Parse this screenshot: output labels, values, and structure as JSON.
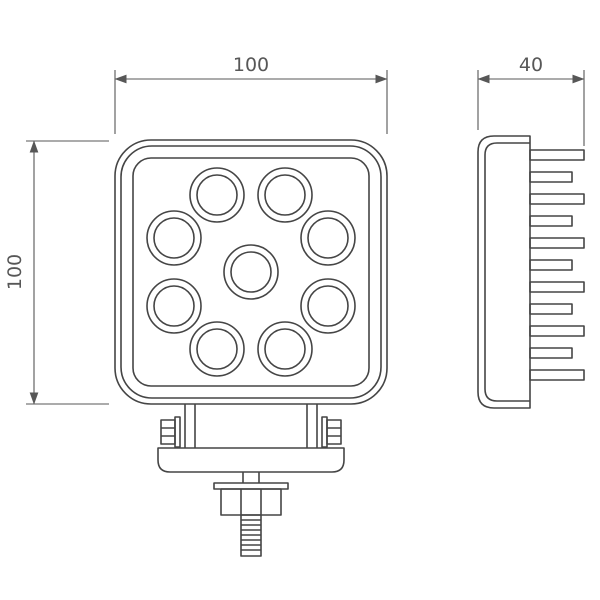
{
  "dimensions": {
    "front_width": "100",
    "front_height": "100",
    "side_depth": "40"
  },
  "colors": {
    "line": "#454545",
    "dim": "#575757",
    "background": "#ffffff"
  }
}
